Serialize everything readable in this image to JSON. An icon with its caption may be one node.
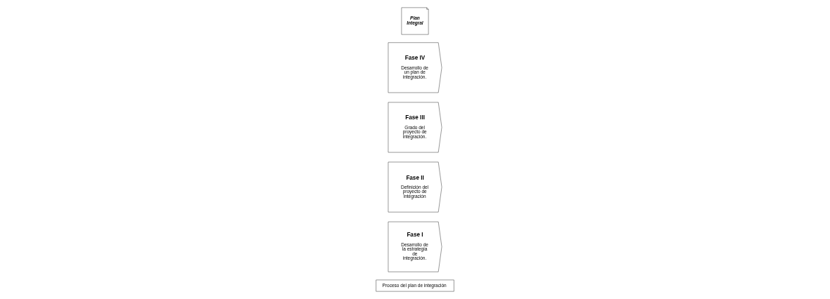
{
  "diagram": {
    "nodes": [
      {
        "text": [
          "Proceso del plan de integración"
        ]
      },
      {
        "text": [
          "Fase I",
          "Desarrollo de la estrategia de integración."
        ]
      },
      {
        "text": [
          "Fase II",
          "Definición del proyecto de integración"
        ]
      },
      {
        "text": [
          "Fase III",
          "Grado del proyecto de integración."
        ]
      },
      {
        "text": [
          "Fase IV",
          "Desarrollo de un plan de integración."
        ]
      },
      {
        "text": [
          "Plan Integral"
        ]
      }
    ]
  }
}
